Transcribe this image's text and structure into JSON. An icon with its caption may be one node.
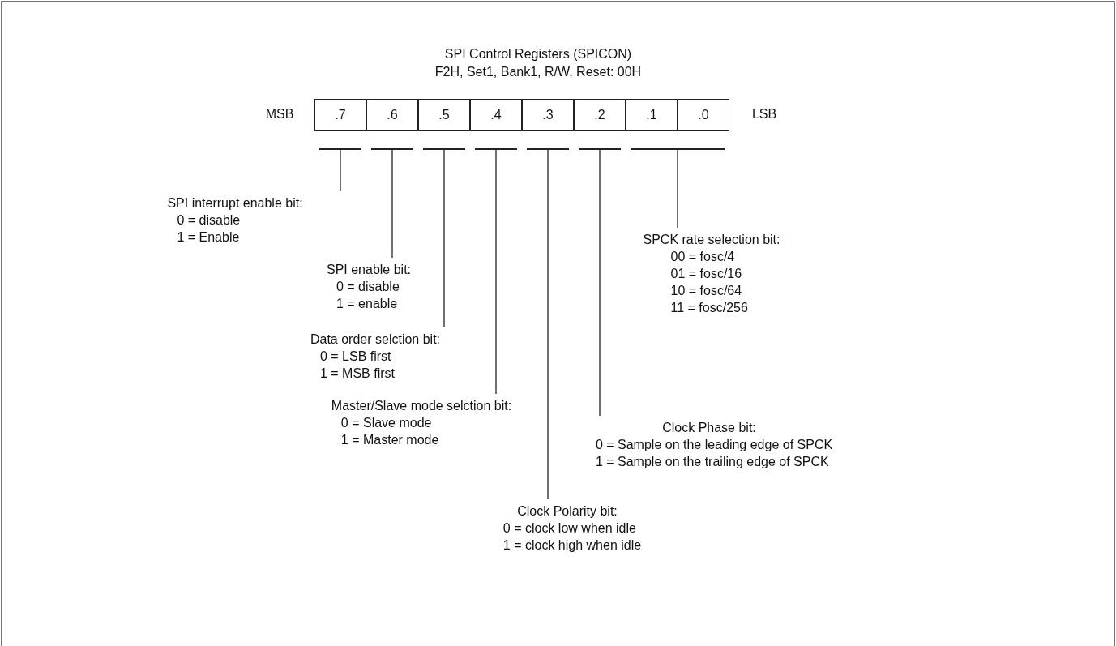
{
  "diagram": {
    "title": "SPI Control Registers (SPICON)",
    "nodes": [
      {
        "text": [
          ".7"
        ]
      },
      {
        "text": [
          ".6"
        ]
      },
      {
        "text": [
          ".5"
        ]
      },
      {
        "text": [
          ".4"
        ]
      },
      {
        "text": [
          ".3"
        ]
      },
      {
        "text": [
          ".2"
        ]
      },
      {
        "text": [
          ".1"
        ]
      },
      {
        "text": [
          ".0"
        ]
      },
      {
        "text": [],
        "shape": "bar"
      },
      {
        "text": [],
        "shape": "bar"
      },
      {
        "text": [],
        "shape": "bar"
      },
      {
        "text": [],
        "shape": "bar"
      },
      {
        "text": [],
        "shape": "bar"
      },
      {
        "text": [],
        "shape": "bar"
      },
      {
        "text": [],
        "shape": "bar"
      },
      {
        "text": [
          "SPI interrupt enable bit:",
          "0 = disable",
          "1 = Enable"
        ]
      },
      {
        "text": [
          "SPI enable bit:",
          "0 = disable",
          "1 = enable"
        ]
      },
      {
        "text": [
          "Data order selction bit:",
          "0 = LSB first",
          "1 = MSB first"
        ]
      },
      {
        "text": [
          "Master/Slave mode selction bit:",
          "0 = Slave mode",
          "1 = Master mode"
        ]
      },
      {
        "text": [
          "Clock Polarity bit:",
          "0 = clock low when idle",
          "1 = clock high when idle"
        ]
      },
      {
        "text": [
          "Clock Phase bit:",
          "0 = Sample on the leading edge of SPCK",
          "1 = Sample on the trailing edge of SPCK"
        ]
      },
      {
        "text": [
          "SPCK rate selection bit:",
          "00 = fosc/4",
          "01 = fosc/16",
          "10 = fosc/64",
          "11 = fosc/256"
        ]
      }
    ],
    "edges": [
      {
        "from": 15,
        "to": 8,
        "arrow": "none"
      },
      {
        "from": 16,
        "to": 9,
        "arrow": "none"
      },
      {
        "from": 17,
        "to": 10,
        "arrow": "none"
      },
      {
        "from": 18,
        "to": 11,
        "arrow": "none"
      },
      {
        "from": 19,
        "to": 12,
        "arrow": "none"
      },
      {
        "from": 20,
        "to": 13,
        "arrow": "none"
      },
      {
        "from": 21,
        "to": 14,
        "arrow": "none"
      }
    ],
    "labels": [
      "F2H, Set1, Bank1, R/W, Reset: 00H",
      "MSB",
      "LSB"
    ]
  }
}
